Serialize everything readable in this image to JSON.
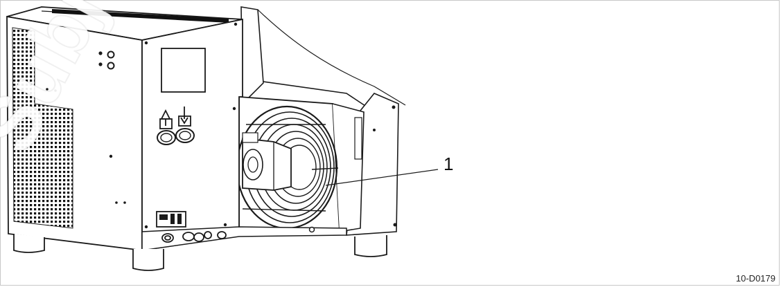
{
  "callout": {
    "label": "1"
  },
  "figure": {
    "id": "10-D0179"
  },
  "watermark": {
    "text": "Subject"
  },
  "colors": {
    "line": "#1a1a1a",
    "fill": "#ffffff",
    "grille": "#111111"
  }
}
